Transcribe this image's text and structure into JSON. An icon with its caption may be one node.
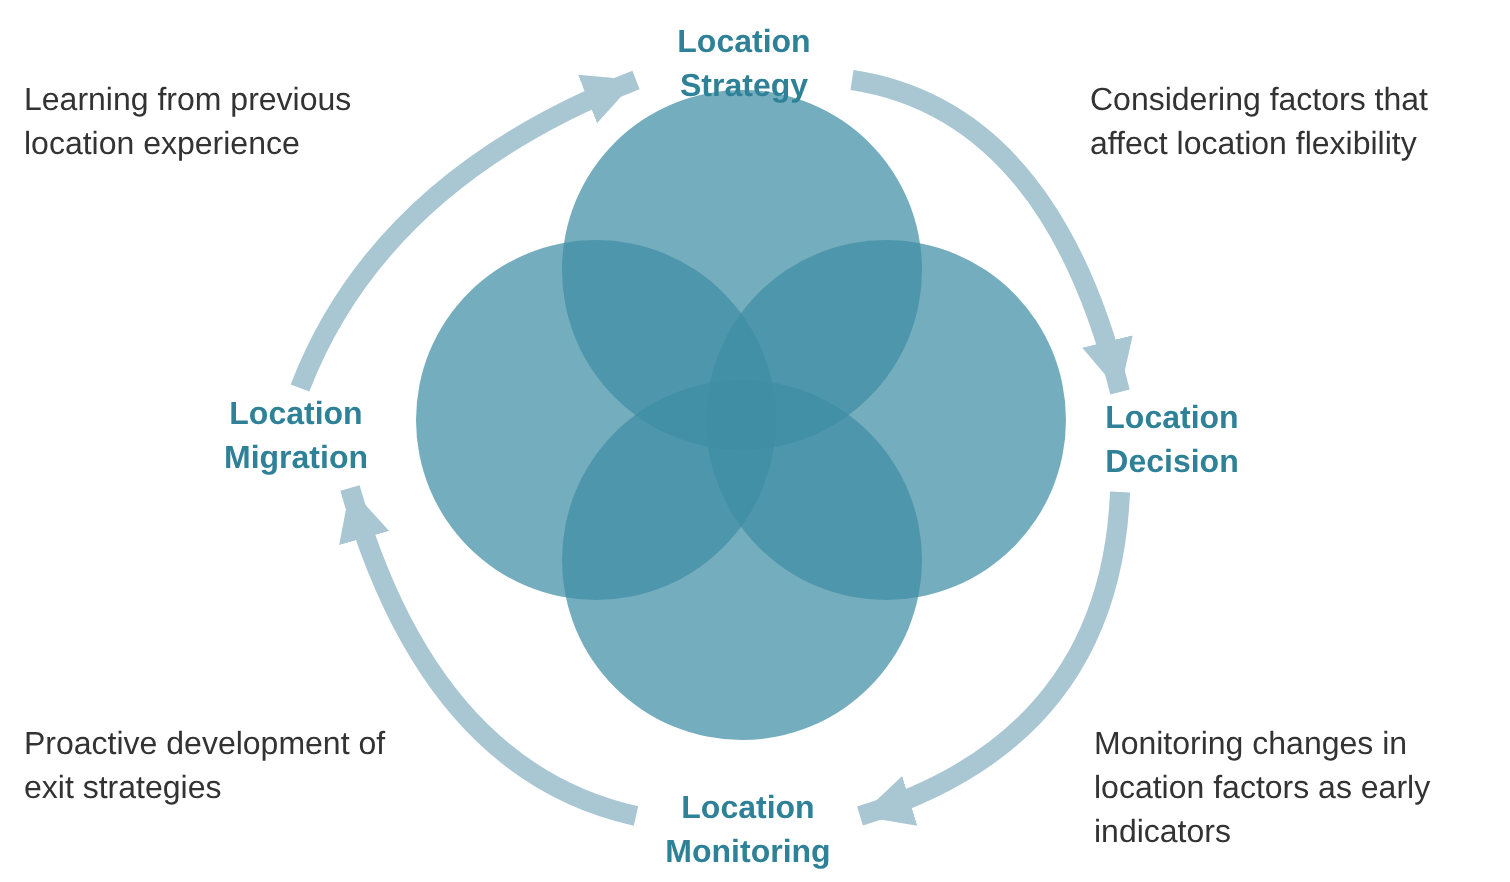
{
  "diagram": {
    "nodes": [
      {
        "text": [
          "Location Strategy"
        ]
      },
      {
        "text": [
          "Location Decision"
        ]
      },
      {
        "text": [
          "Location Monitoring"
        ]
      },
      {
        "text": [
          "Location Migration"
        ]
      }
    ],
    "edges": [
      {
        "from": 0,
        "to": 1,
        "arrow": "to"
      },
      {
        "from": 1,
        "to": 2,
        "arrow": "to"
      },
      {
        "from": 2,
        "to": 3,
        "arrow": "to"
      },
      {
        "from": 3,
        "to": 0,
        "arrow": "to"
      }
    ],
    "labels": [
      "Learning from previous location experience",
      "Considering factors that affect location flexibility",
      "Proactive development of exit strategies",
      "Monitoring changes in location factors as early indicators"
    ]
  }
}
